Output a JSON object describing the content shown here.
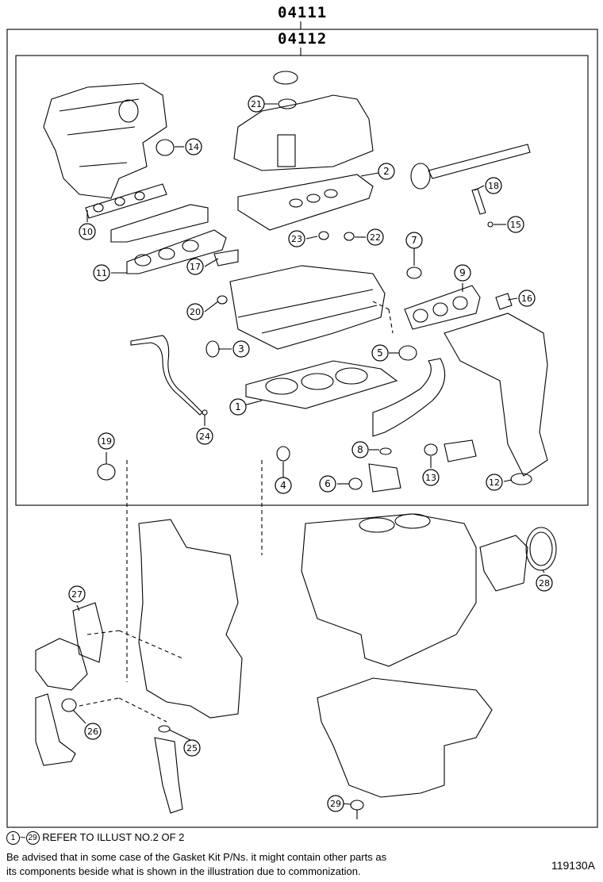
{
  "kits": {
    "outer": "04111",
    "inner": "04112"
  },
  "callouts": [
    "1",
    "2",
    "3",
    "4",
    "5",
    "6",
    "7",
    "8",
    "9",
    "10",
    "11",
    "12",
    "13",
    "14",
    "15",
    "16",
    "17",
    "18",
    "19",
    "20",
    "21",
    "22",
    "23",
    "24",
    "25",
    "26",
    "27",
    "28",
    "29"
  ],
  "footer": {
    "range_start": "1",
    "range_sep": "~",
    "range_end": "29",
    "line1": "REFER TO ILLUST NO.2 OF 2",
    "line2": "Be advised that in some case of the Gasket Kit P/Ns.  it might contain other parts as",
    "line3": "its components beside what is shown in the illustration due to commonization.",
    "illustration_ref": "119130A"
  }
}
